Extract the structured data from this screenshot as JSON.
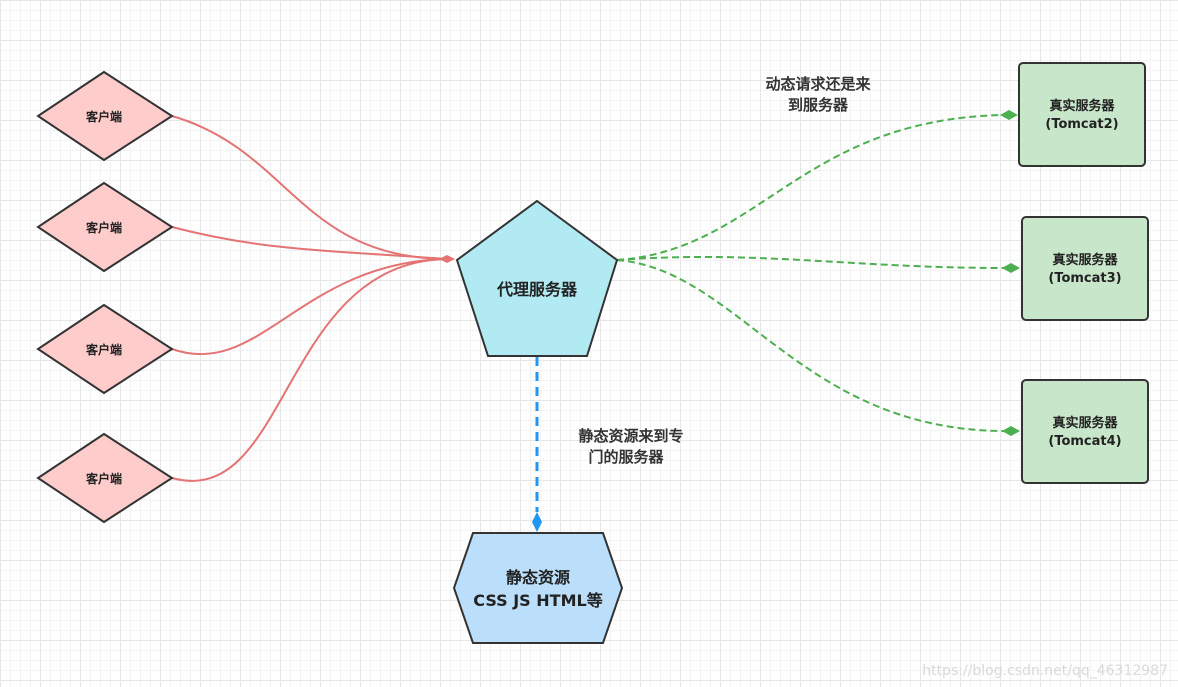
{
  "clients": [
    {
      "label": "客户端"
    },
    {
      "label": "客户端"
    },
    {
      "label": "客户端"
    },
    {
      "label": "客户端"
    }
  ],
  "proxy": {
    "label": "代理服务器"
  },
  "servers": [
    {
      "line1": "真实服务器",
      "line2": "(Tomcat2)"
    },
    {
      "line1": "真实服务器",
      "line2": "(Tomcat3)"
    },
    {
      "line1": "真实服务器",
      "line2": "(Tomcat4)"
    }
  ],
  "static_resource": {
    "line1": "静态资源",
    "line2": "CSS JS HTML等"
  },
  "annotations": {
    "dynamic_line1": "动态请求还是来",
    "dynamic_line2": "到服务器",
    "static_line1": "静态资源来到专",
    "static_line2": "门的服务器"
  },
  "watermark": "https://blog.csdn.net/qq_46312987",
  "colors": {
    "client_fill": "#ffcccc",
    "proxy_fill": "#b1eaf3",
    "server_fill": "#c8e6c9",
    "static_fill": "#bbdefb",
    "client_edge": "#e57373",
    "server_edge": "#4caf50",
    "static_edge": "#2196f3"
  }
}
